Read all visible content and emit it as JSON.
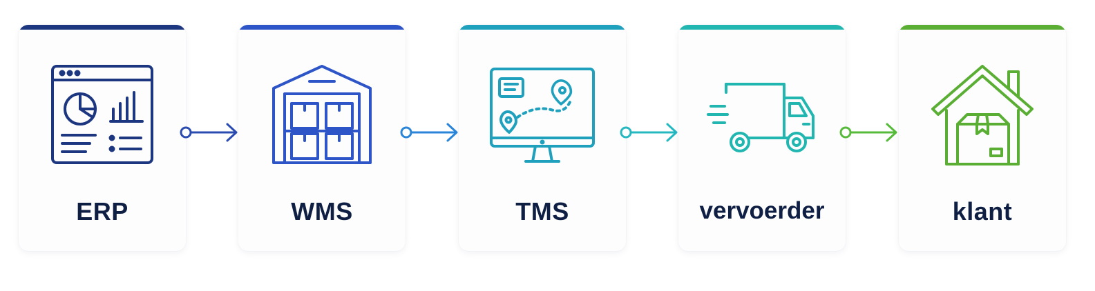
{
  "steps": [
    {
      "id": "erp",
      "label": "ERP",
      "icon": "erp-dashboard-icon",
      "color": "#1c3680"
    },
    {
      "id": "wms",
      "label": "WMS",
      "icon": "warehouse-icon",
      "color": "#2d55c8"
    },
    {
      "id": "tms",
      "label": "TMS",
      "icon": "route-monitor-icon",
      "color": "#1fa0bd"
    },
    {
      "id": "vervoerder",
      "label": "vervoerder",
      "icon": "delivery-truck-icon",
      "color": "#22b6b0"
    },
    {
      "id": "klant",
      "label": "klant",
      "icon": "home-package-icon",
      "color": "#5aae33"
    }
  ],
  "arrows": [
    {
      "color": "#2a4bb0"
    },
    {
      "color": "#2a85d8"
    },
    {
      "color": "#25b8c0"
    },
    {
      "color": "#56bb3a"
    }
  ]
}
